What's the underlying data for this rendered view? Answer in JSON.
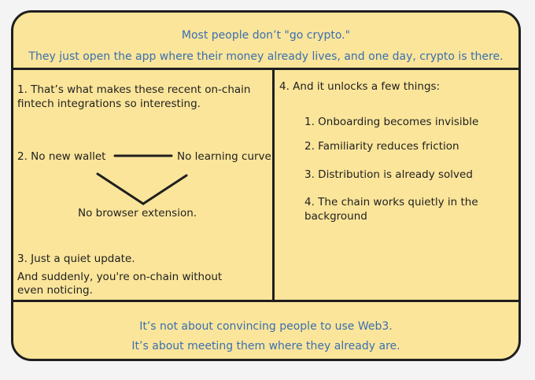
{
  "header": {
    "line1": "Most people don’t \"go crypto.\"",
    "line2": "They just open the app where their money already lives, and one day, crypto is there."
  },
  "left": {
    "p1_line1": "1. That’s what makes these recent on-chain",
    "p1_line2": "fintech integrations so interesting.",
    "p2_label": "2. No new wallet",
    "p2_right": "No learning curve",
    "p2_bottom": "No browser extension.",
    "p3_line1": "3. Just a quiet update.",
    "p3_line2": "And suddenly, you're on-chain without",
    "p3_line3": "even noticing."
  },
  "right": {
    "title": "4. And it unlocks a few things:",
    "items": [
      "1. Onboarding becomes invisible",
      "2. Familiarity reduces friction",
      "3. Distribution is already solved",
      "4. The chain works quietly in the",
      "background"
    ]
  },
  "footer": {
    "line1": "It’s not about convincing people to use Web3.",
    "line2": "It’s about meeting them where they already are."
  },
  "colors": {
    "card_fill": "#fbe59a",
    "outline": "#1f1f1f",
    "accent_text": "#3a6fb0"
  }
}
